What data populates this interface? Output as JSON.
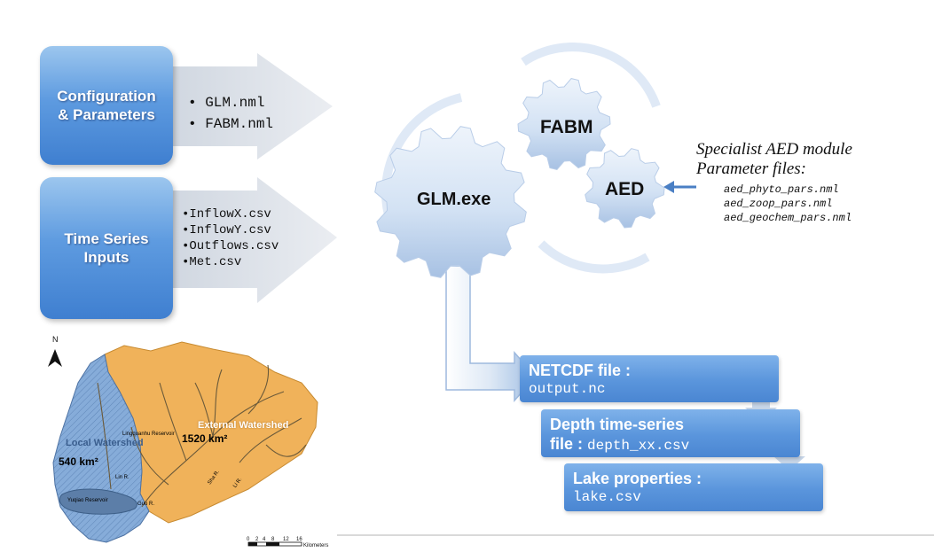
{
  "inputs": {
    "config": {
      "label": "Configuration\n& Parameters",
      "files": [
        "GLM.nml",
        "FABM.nml"
      ]
    },
    "timeseries": {
      "label": "Time Series\nInputs",
      "files": [
        "InflowX.csv",
        "InflowY.csv",
        "Outflows.csv",
        "Met.csv"
      ]
    }
  },
  "gears": {
    "main": "GLM.exe",
    "fabm": "FABM",
    "aed": "AED"
  },
  "specialist": {
    "title_line1": "Specialist AED module",
    "title_line2": "Parameter files:",
    "files": [
      "aed_phyto_pars.nml",
      "aed_zoop_pars.nml",
      "aed_geochem_pars.nml"
    ]
  },
  "outputs": [
    {
      "title": "NETCDF file :",
      "mono": "output.nc"
    },
    {
      "title": "Depth time-series",
      "title2": "file : ",
      "mono": "depth_xx.csv"
    },
    {
      "title": "Lake properties :",
      "mono": "lake.csv"
    }
  ],
  "map": {
    "north": "N",
    "local_watershed": "Local Watershed",
    "local_area": "540 km²",
    "external_watershed": "External Watershed",
    "external_area": "1520 km²",
    "reservoir_up": "Lingquanhu Reservoir",
    "reservoir_main": "Yuqiao Reservoir",
    "river_lin": "Lin R.",
    "river_sha": "Sha R.",
    "river_li": "Li R.",
    "river_guo": "Guo R.",
    "scale_ticks": [
      "0",
      "2",
      "4",
      "8",
      "12",
      "16"
    ],
    "scale_unit": "Kilometers"
  },
  "colors": {
    "box_blue": "#5e9be0",
    "gear_light": "#dbe8f7",
    "gear_dark": "#a9c3e4",
    "arrow_gray": "#dfe3ea",
    "local_blue": "#7ea6d6",
    "external_orange": "#f2b35c",
    "reservoir": "#5c7ea8"
  }
}
